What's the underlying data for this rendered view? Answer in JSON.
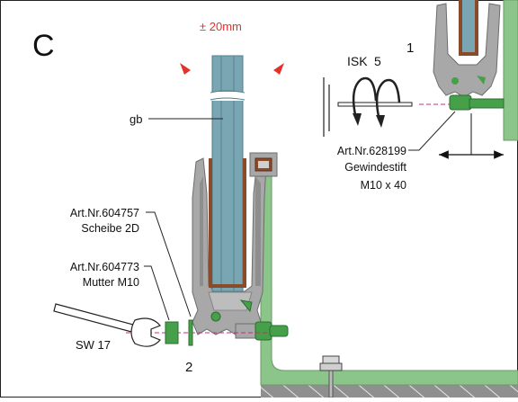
{
  "panel_letter": "C",
  "tolerance": "± 20mm",
  "step_1": "1",
  "step_2": "2",
  "isk_label_a": "ISK",
  "isk_label_b": "5",
  "glass_label": "gb",
  "set_screw": {
    "art_no": "Art.Nr.628199",
    "name": "Gewindestift",
    "size": "M10 x 40"
  },
  "washer": {
    "art_no": "Art.Nr.604757",
    "name": "Scheibe 2D"
  },
  "nut": {
    "art_no": "Art.Nr.604773",
    "name": "Mutter M10"
  },
  "wrench_size": "SW 17",
  "colors": {
    "glass": "#7aa6b3",
    "profile_gray": "#a8a8a8",
    "profile_green": "#8cc58a",
    "hardware_green": "#46a04a",
    "gasket_brown": "#8a4b2a",
    "accent_red": "#e4322b",
    "concrete": "#8f8f8f"
  }
}
